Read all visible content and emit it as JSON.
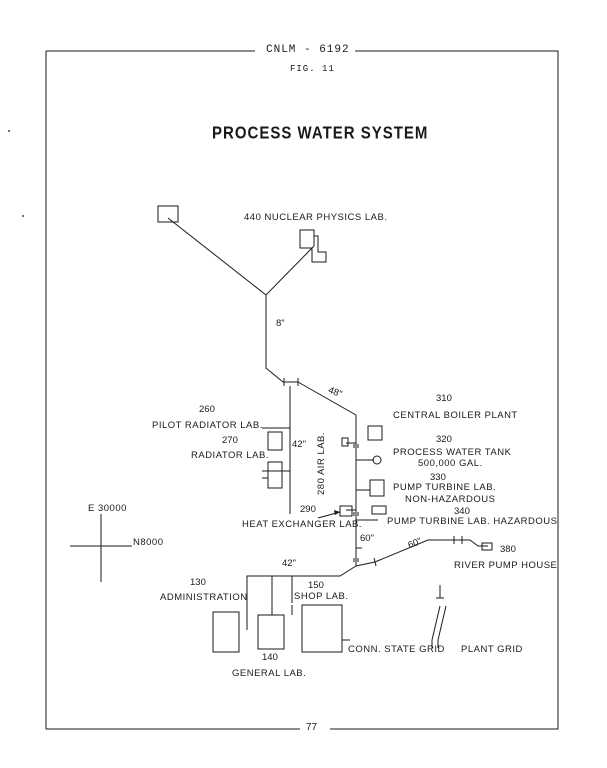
{
  "header": {
    "doc_id": "CNLM - 6192",
    "figure": "FIG. 11"
  },
  "title": "PROCESS WATER SYSTEM",
  "page_number": "77",
  "buildings": {
    "nuclear_physics": "440 NUCLEAR PHYSICS LAB.",
    "central_boiler_num": "310",
    "central_boiler": "CENTRAL BOILER PLANT",
    "pilot_radiator_num": "260",
    "pilot_radiator": "PILOT RADIATOR LAB.",
    "radiator_num": "270",
    "radiator": "RADIATOR LAB.",
    "water_tank_num": "320",
    "water_tank": "PROCESS WATER TANK",
    "water_tank_capacity": "500,000 GAL.",
    "air_lab": "280 AIR LAB.",
    "pump_nonhaz_num": "330",
    "pump_nonhaz_1": "PUMP TURBINE LAB.",
    "pump_nonhaz_2": "NON-HAZARDOUS",
    "pump_haz_num": "340",
    "pump_haz": "PUMP TURBINE LAB. HAZARDOUS",
    "heat_exchanger_num": "290",
    "heat_exchanger": "HEAT EXCHANGER LAB.",
    "river_pump_num": "380",
    "river_pump": "RIVER PUMP HOUSE",
    "administration_num": "130",
    "administration": "ADMINISTRATION",
    "shop_num": "150",
    "shop": "SHOP LAB.",
    "general_num": "140",
    "general": "GENERAL LAB.",
    "state_grid": "CONN. STATE GRID",
    "plant_grid": "PLANT GRID"
  },
  "pipe_sizes": {
    "north_main": "8\"",
    "diagonal": "48\"",
    "west_vertical": "42\"",
    "east_vertical": "60\"",
    "river_line": "60\"",
    "south_main": "42\""
  },
  "coordinates": {
    "east": "E 30000",
    "north": "N8000"
  }
}
